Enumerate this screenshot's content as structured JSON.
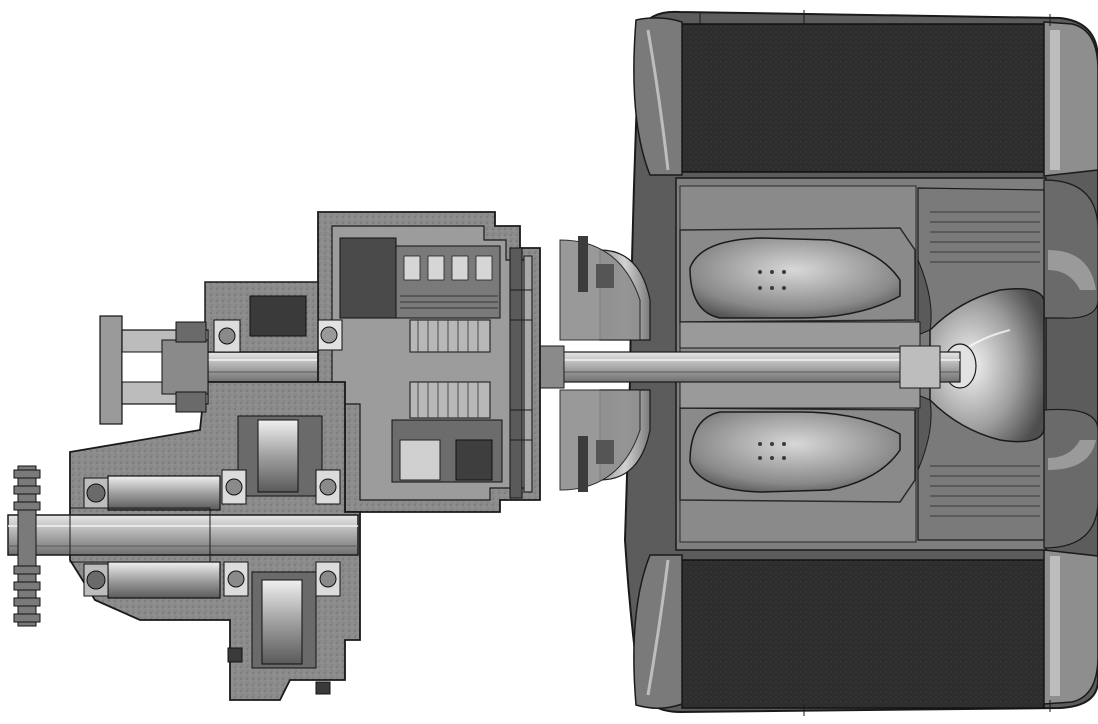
{
  "figure": {
    "kind": "cutaway-section-drawing",
    "subject": "turboshaft-engine-with-reduction-gearbox",
    "style": "grayscale-render",
    "colors": {
      "background": "#ffffff",
      "housing": "#8a8a8a",
      "housing_light": "#b4b4b4",
      "shaft": "#c8c8c8",
      "dark_core": "#2e2e2e",
      "mid_gray": "#6f6f6f",
      "outline": "#1a1a1a",
      "speckle": "#5a5a5a"
    }
  }
}
